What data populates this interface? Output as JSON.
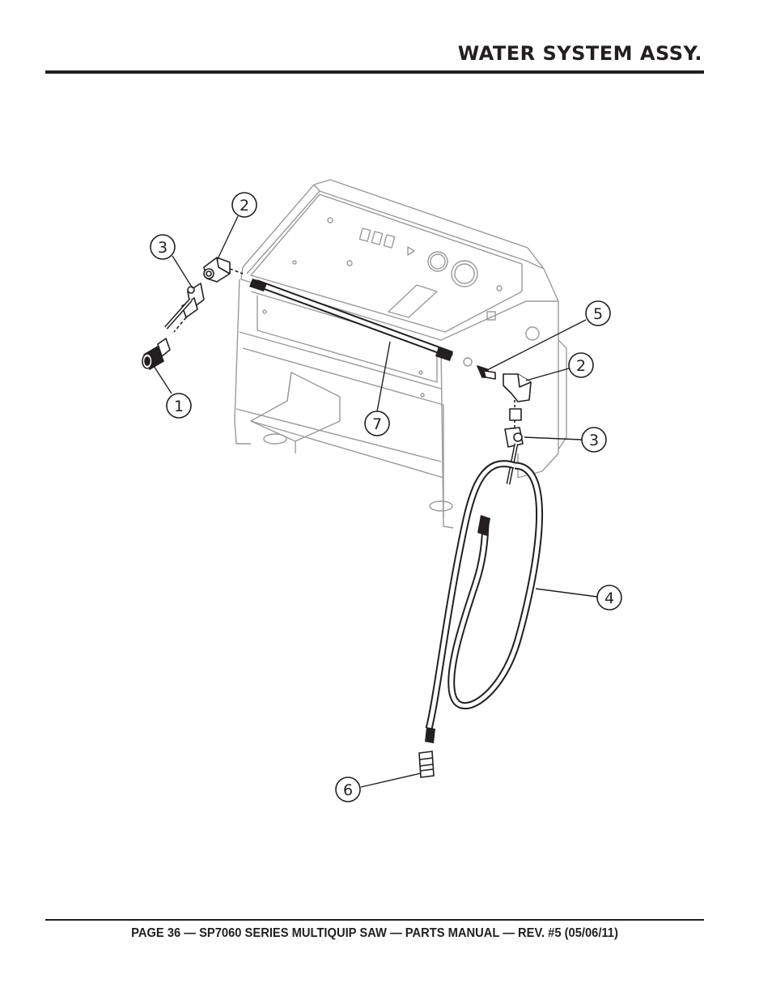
{
  "header": {
    "title": "WATER SYSTEM ASSY."
  },
  "footer": {
    "text": "PAGE 36 — SP7060 SERIES MULTIQUIP SAW — PARTS MANUAL — REV. #5 (05/06/11)"
  },
  "callouts": {
    "c1": "1",
    "c2a": "2",
    "c3a": "3",
    "c5": "5",
    "c2b": "2",
    "c3b": "3",
    "c4": "4",
    "c6": "6",
    "c7": "7"
  }
}
